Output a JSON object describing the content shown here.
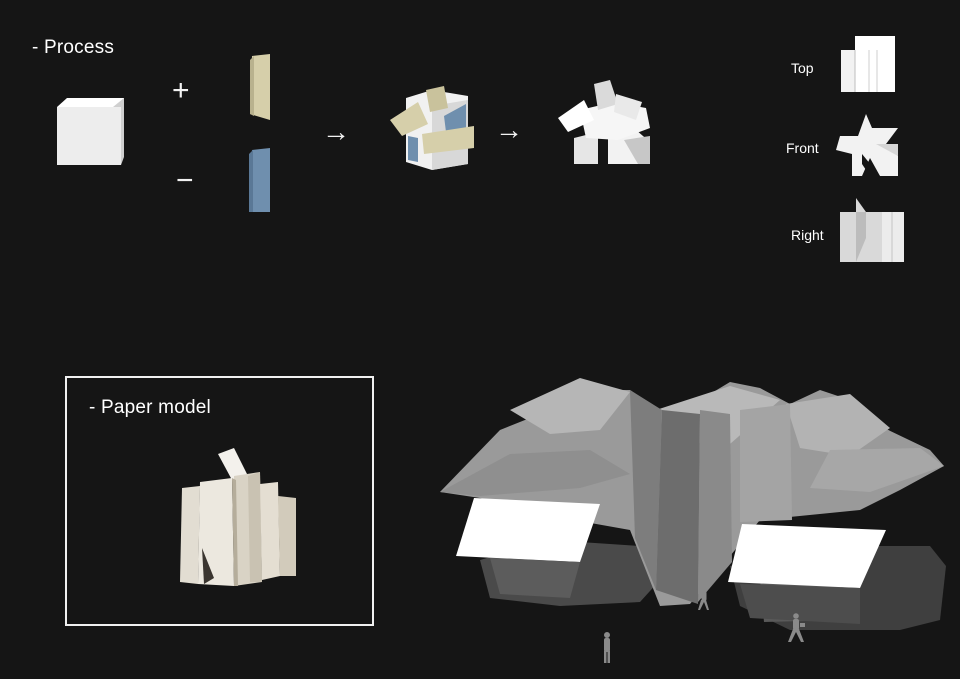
{
  "process": {
    "heading": "- Process",
    "plus_symbol": "+",
    "minus_symbol": "−",
    "arrow_symbol": "→"
  },
  "views": [
    {
      "label": "Top"
    },
    {
      "label": "Front"
    },
    {
      "label": "Right"
    }
  ],
  "paper_model": {
    "heading": "- Paper model"
  },
  "colors": {
    "background": "#151515",
    "add_volume": "#d6cfaa",
    "subtract_volume": "#6f8fae",
    "model_white": "#f2f2f2",
    "model_grey": "#8e8e8e"
  }
}
